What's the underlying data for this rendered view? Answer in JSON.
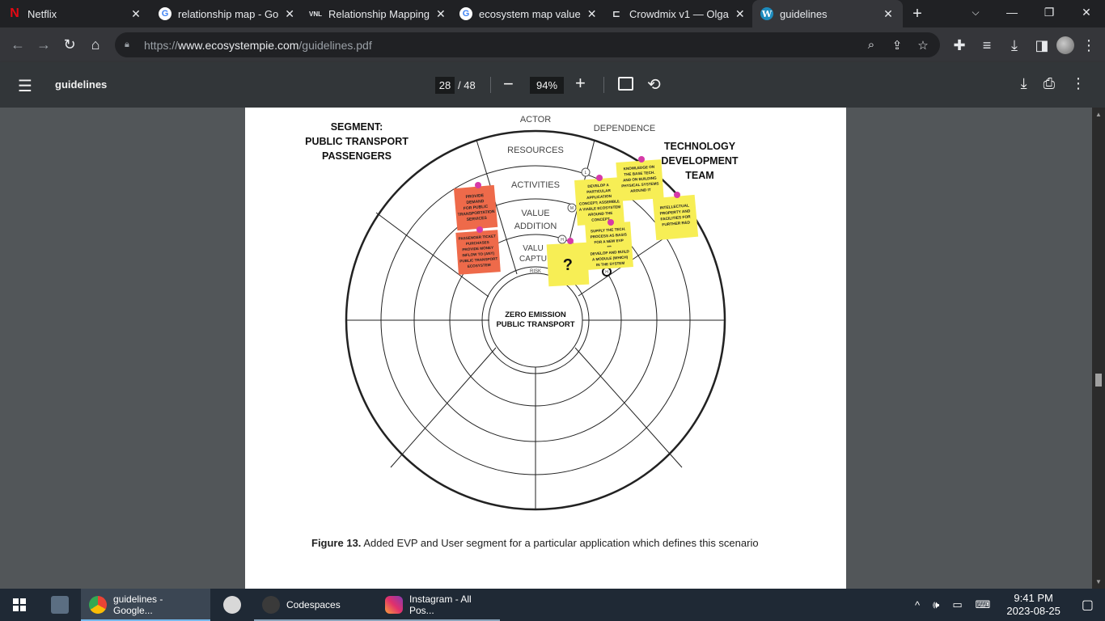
{
  "browser": {
    "tabs": [
      {
        "title": "Netflix",
        "favicon": "netflix-icon",
        "active": false
      },
      {
        "title": "relationship map - Go",
        "favicon": "google-icon",
        "active": false
      },
      {
        "title": "Relationship Mapping",
        "favicon": "vnl-icon",
        "favicon_text": "VNL",
        "active": false
      },
      {
        "title": "ecosystem map value",
        "favicon": "google-icon",
        "active": false
      },
      {
        "title": "Crowdmix v1 — Olga",
        "favicon": "crowdmix-icon",
        "active": false
      },
      {
        "title": "guidelines",
        "favicon": "wordpress-icon",
        "active": true
      }
    ],
    "url_prefix": "https://",
    "url_host": "www.ecosystempie.com",
    "url_path": "/guidelines.pdf"
  },
  "pdf": {
    "title": "guidelines",
    "current_page": "28",
    "total_pages": "/ 48",
    "zoom": "94%"
  },
  "diagram": {
    "segment_label": [
      "SEGMENT:",
      "PUBLIC TRANSPORT",
      "PASSENGERS"
    ],
    "tech_label": [
      "TECHNOLOGY",
      "DEVELOPMENT",
      "TEAM"
    ],
    "actor": "ACTOR",
    "dependence": "DEPENDENCE",
    "resources": "RESOURCES",
    "activities": "ACTIVITIES",
    "value_addition": [
      "VALUE",
      "ADDITION"
    ],
    "value_capture": [
      "VALU",
      "CAPTU"
    ],
    "risk": "RISK",
    "center": [
      "ZERO EMISSION",
      "PUBLIC TRANSPORT"
    ],
    "notes": {
      "red1": [
        "PROVIDE",
        "DEMAND",
        "FOR PUBLIC",
        "TRANSPORTATION",
        "SERVICES"
      ],
      "red2": [
        "PASSENGER TICKET",
        "PURCHASES",
        "PROVIDE MONEY",
        "INFLOW TO (ANY)",
        "PUBLIC TRANSPORT",
        "ECOSYSTEM"
      ],
      "q": "?",
      "y1": [
        "DEVELOP A",
        "PARTICULAR",
        "APPLICATION",
        "CONCEPT; ASSEMBLE",
        "A VIABLE ECOSYSTEM",
        "AROUND THE",
        "CONCEPT"
      ],
      "y2": [
        "KNOWLEDGE ON",
        "THE BASE TECH.",
        "AND ON BUILDING",
        "PHYSICAL SYSTEMS",
        "AROUND IT"
      ],
      "y3": [
        "INTELLECTUAL",
        "PROPERTY AND",
        "FACILITIES FOR",
        "FURTHER R&D"
      ],
      "y4": [
        "SUPPLY THE TECH.",
        "PROCESS AS BASIS",
        "FOR A NEW EVP",
        "***",
        "DEVELOP AND BUILD",
        "A MODULE (WHICH)",
        "IN THE SYSTEM"
      ]
    },
    "markers": {
      "l": "L",
      "m": "M",
      "h1": "H",
      "h2": "H"
    }
  },
  "caption": {
    "label": "Figure 13.",
    "text": " Added EVP and User segment for a particular application which defines this scenario"
  },
  "taskbar": {
    "apps": [
      {
        "label": "guidelines - Google...",
        "active": true
      },
      {
        "label": "Codespaces",
        "active": false
      },
      {
        "label": "Instagram - All Pos...",
        "active": false
      }
    ],
    "time": "9:41 PM",
    "date": "2023-08-25"
  }
}
